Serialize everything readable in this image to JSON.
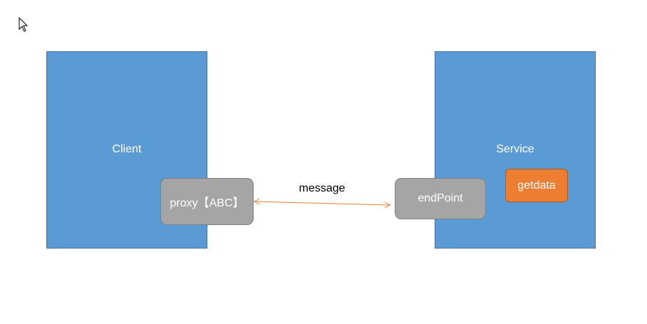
{
  "diagram": {
    "client": {
      "label": "Client"
    },
    "service": {
      "label": "Service"
    },
    "proxy": {
      "label": "proxy【ABC】"
    },
    "endpoint": {
      "label": "endPoint"
    },
    "getdata": {
      "label": "getdata"
    },
    "connector": {
      "label": "message"
    }
  },
  "colors": {
    "box_fill": "#5b9bd5",
    "pill_fill": "#a5a5a5",
    "accent_fill": "#ed7d31",
    "arrow": "#ed7d31"
  },
  "icons": {
    "cursor": "mouse-pointer-icon"
  }
}
